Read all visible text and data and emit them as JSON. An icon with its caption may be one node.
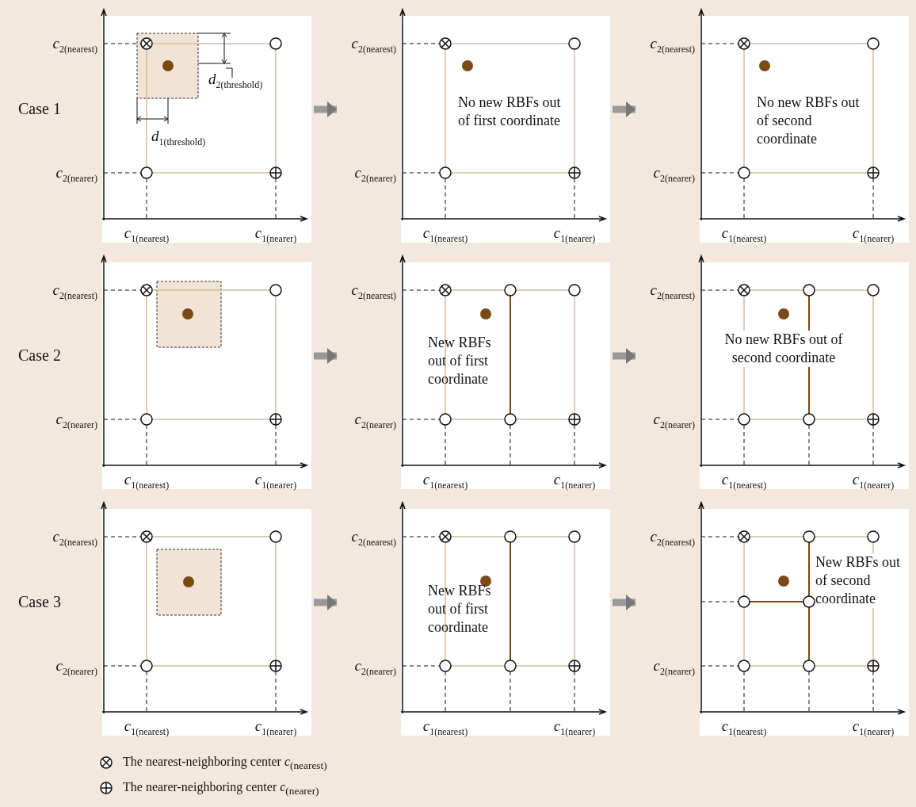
{
  "diagram": {
    "nodes": [
      {
        "text": [
          "*c*$_{2(nearest)}$",
          "*d*$_{2(threshold)}$",
          "*d*$_{1(threshold)}$",
          "*c*$_{2(nearer)}$",
          "*c*$_{1(nearest)}$",
          "*c*$_{1(nearer)}$"
        ],
        "beside": [
          "Case 1"
        ]
      },
      {
        "text": [
          "*c*$_{2(nearest)}$",
          "No new RBFs out of first coordinate",
          "*c*$_{2(nearer)}$",
          "*c*$_{1(nearest)}$",
          "*c*$_{1(nearer)}$"
        ]
      },
      {
        "text": [
          "*c*$_{2(nearest)}$",
          "No new RBFs out of second coordinate",
          "*c*$_{2(nearer)}$",
          "*c*$_{1(nearest)}$",
          "*c*$_{1(nearer)}$"
        ]
      },
      {
        "text": [
          "*c*$_{2(nearest)}$",
          "*c*$_{2(nearer)}$",
          "*c*$_{1(nearest)}$",
          "*c*$_{1(nearer)}$"
        ],
        "beside": [
          "Case 2"
        ]
      },
      {
        "text": [
          "*c*$_{2(nearest)}$",
          "New RBFs out of first coordinate",
          "*c*$_{2(nearer)}$",
          "*c*$_{1(nearest)}$",
          "*c*$_{1(nearer)}$"
        ]
      },
      {
        "text": [
          "*c*$_{2(nearest)}$",
          "No new RBFs out of second coordinate",
          "*c*$_{2(nearer)}$",
          "*c*$_{1(nearest)}$",
          "*c*$_{1(nearer)}$"
        ]
      },
      {
        "text": [
          "*c*$_{2(nearest)}$",
          "*c*$_{2(nearer)}$",
          "*c*$_{1(nearest)}$",
          "*c*$_{1(nearer)}$"
        ],
        "beside": [
          "Case 3"
        ]
      },
      {
        "text": [
          "*c*$_{2(nearest)}$",
          "New RBFs out of first coordinate",
          "*c*$_{2(nearer)}$",
          "*c*$_{1(nearest)}$",
          "*c*$_{1(nearer)}$"
        ]
      },
      {
        "text": [
          "*c*$_{2(nearest)}$",
          "New RBFs out of second coordinate",
          "*c*$_{2(nearer)}$",
          "*c*$_{1(nearest)}$",
          "*c*$_{1(nearer)}$"
        ]
      }
    ],
    "edges": [
      {
        "from": 0,
        "to": 1,
        "arrow": "to"
      },
      {
        "from": 1,
        "to": 2,
        "arrow": "to"
      },
      {
        "from": 3,
        "to": 4,
        "arrow": "to"
      },
      {
        "from": 4,
        "to": 5,
        "arrow": "to"
      },
      {
        "from": 6,
        "to": 7,
        "arrow": "to"
      },
      {
        "from": 7,
        "to": 8,
        "arrow": "to"
      }
    ],
    "legend": [
      {
        "text": "The nearest-neighboring center *c*$_{(nearest)}$"
      },
      {
        "text": "The nearer-neighboring center *c*$_{(nearer)}$"
      }
    ]
  }
}
